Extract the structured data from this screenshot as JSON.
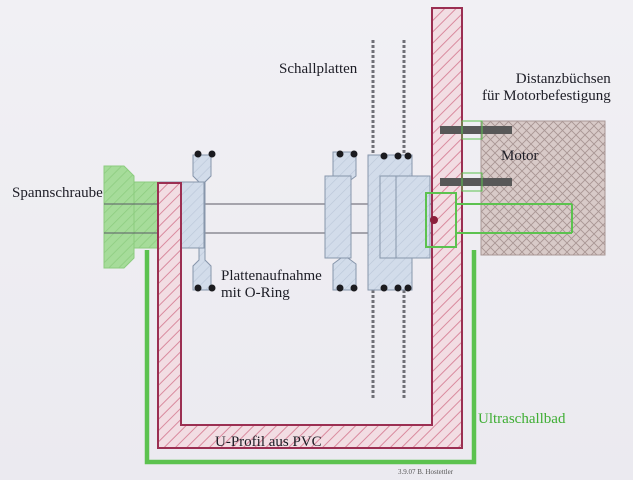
{
  "labels": {
    "schallplatten": "Schallplatten",
    "distanz": "Distanzbüchsen\nfür Motorbefestigung",
    "motor": "Motor",
    "spannschraube": "Spannschraube",
    "plattenaufnahme": "Plattenaufnahme\nmit O-Ring",
    "ultraschallbad": "Ultraschallbad",
    "uprofil": "U-Profil aus PVC",
    "credit": "3.9.07 B. Hostettler"
  },
  "colors": {
    "profile": "#9b2f52",
    "profile_hatch": "#d98a9e",
    "bath": "#5cc24f",
    "screw_fill": "#9fd894",
    "holder_fill": "#ccd8e6",
    "holder_stroke": "#8796ab",
    "motor_fill": "#d6c8c6",
    "motor_hatch": "#a89694",
    "record_line": "#6f6f76",
    "spacer": "#585858",
    "ink": "#1d1d26"
  }
}
